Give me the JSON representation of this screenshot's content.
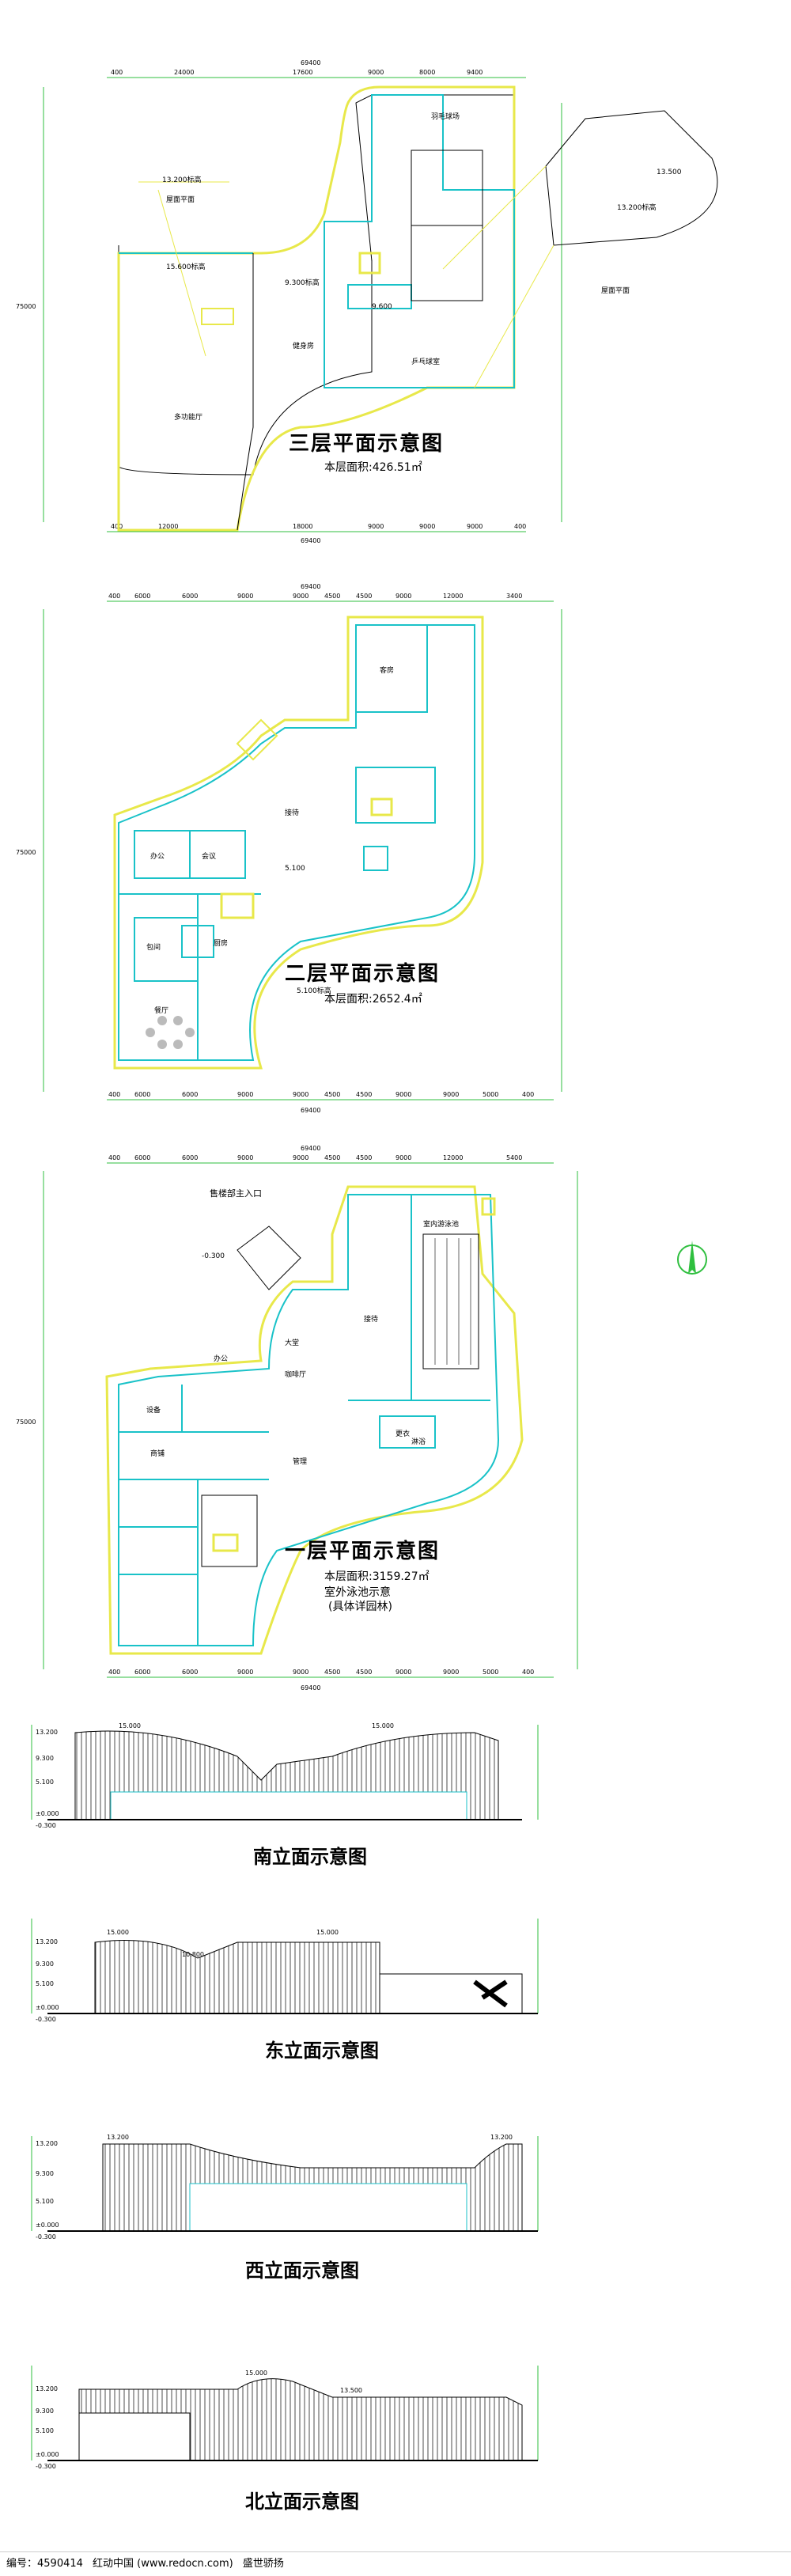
{
  "plans": {
    "third": {
      "title": "三层平面示意图",
      "area": "本层面积:426.51㎡",
      "total": "69400",
      "left_total": "75000",
      "labels": [
        "屋面平面",
        "屋面平面",
        "13.200标高",
        "13.200标高",
        "15.600标高",
        "9.300标高",
        "13.500",
        "9.600",
        "羽毛球场",
        "乒乓球室",
        "健身房",
        "多功能厅"
      ],
      "dims_top": [
        "400",
        "24000",
        "17600",
        "9000",
        "8000",
        "9400"
      ],
      "dims_bottom": [
        "400",
        "12000",
        "18000",
        "9000",
        "9000",
        "9000",
        "400"
      ]
    },
    "second": {
      "title": "二层平面示意图",
      "area": "本层面积:2652.4㎡",
      "total": "69400",
      "left_total": "75000",
      "labels": [
        "5.100",
        "5.100标高",
        "办公",
        "会议",
        "餐厅",
        "包间",
        "厨房",
        "接待",
        "客房"
      ],
      "dims_top": [
        "400",
        "6000",
        "6000",
        "9000",
        "9000",
        "4500",
        "4500",
        "9000",
        "12000",
        "3400"
      ],
      "dims_bottom": [
        "400",
        "6000",
        "6000",
        "9000",
        "9000",
        "4500",
        "4500",
        "9000",
        "9000",
        "5000",
        "400"
      ]
    },
    "first": {
      "title": "一层平面示意图",
      "area": "本层面积:3159.27㎡",
      "note": "室外泳池示意",
      "note2": "(具体详园林)",
      "entry": "售楼部主入口",
      "level": "-0.300",
      "pool": "室内游泳池",
      "total": "69400",
      "left_total": "75000",
      "labels": [
        "大堂",
        "接待",
        "办公",
        "设备",
        "商铺",
        "更衣",
        "淋浴",
        "咖啡厅",
        "管理"
      ],
      "dims_top": [
        "400",
        "6000",
        "6000",
        "9000",
        "9000",
        "4500",
        "4500",
        "9000",
        "12000",
        "5400"
      ],
      "dims_bottom": [
        "400",
        "6000",
        "6000",
        "9000",
        "9000",
        "4500",
        "4500",
        "9000",
        "9000",
        "5000",
        "400"
      ]
    }
  },
  "elevations": [
    {
      "title": "南立面示意图",
      "levels": [
        "13.200",
        "9.300",
        "5.100",
        "±0.000",
        "-0.300"
      ],
      "peaks": [
        "15.000",
        "15.000"
      ]
    },
    {
      "title": "东立面示意图",
      "levels": [
        "13.200",
        "9.300",
        "5.100",
        "±0.000",
        "-0.300"
      ],
      "peaks": [
        "15.000",
        "15.000",
        "10.800"
      ]
    },
    {
      "title": "西立面示意图",
      "levels": [
        "13.200",
        "9.300",
        "5.100",
        "±0.000",
        "-0.300"
      ],
      "peaks": [
        "13.200",
        "13.200"
      ]
    },
    {
      "title": "北立面示意图",
      "levels": [
        "13.200",
        "9.300",
        "5.100",
        "±0.000",
        "-0.300"
      ],
      "peaks": [
        "15.000",
        "13.500"
      ]
    }
  ],
  "footer": {
    "id": "编号：4590414",
    "site": "红动中国 (www.redocn.com)",
    "author": "盛世骄扬"
  },
  "colors": {
    "wall": "#19c2c8",
    "line": "#000000",
    "yellow": "#e8e84a",
    "green": "#2fbf3f"
  }
}
